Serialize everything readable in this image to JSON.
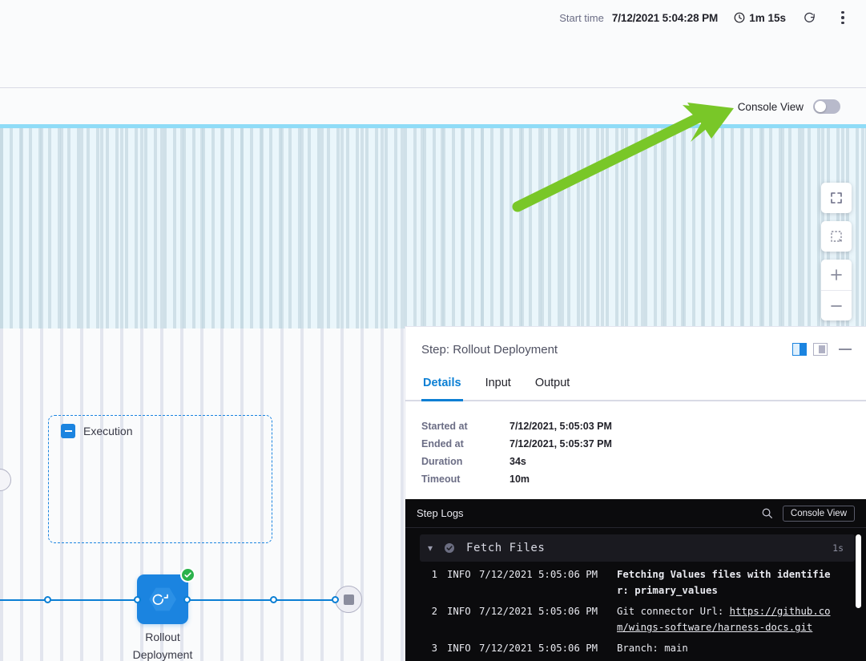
{
  "topbar": {
    "start_time_label": "Start time",
    "start_time_value": "7/12/2021 5:04:28 PM",
    "duration_value": "1m 15s",
    "refresh_icon": "refresh-icon",
    "more_icon": "more-vertical-icon"
  },
  "console_row": {
    "label": "Console View",
    "toggle_state": "off"
  },
  "canvas": {
    "tools": [
      {
        "name": "fit-to-screen-button",
        "icon": "expand-icon"
      },
      {
        "name": "select-area-button",
        "icon": "marquee-select-icon"
      },
      {
        "name": "zoom-in-button",
        "icon": "plus-icon"
      },
      {
        "name": "zoom-out-button",
        "icon": "minus-icon"
      }
    ],
    "stage_group_label": "Execution",
    "step_node_label": "Rollout\nDeployment",
    "step_node_label_line1": "Rollout",
    "step_node_label_line2": "Deployment",
    "step_status": "success",
    "end_node": "stop-node"
  },
  "annotation": {
    "arrow_color": "#79c728",
    "points_to": "Console View"
  },
  "panel": {
    "title": "Step: Rollout Deployment",
    "layout_buttons": [
      {
        "name": "split-right-layout-button",
        "state": "active",
        "color": "#1b84e0"
      },
      {
        "name": "split-bottom-layout-button",
        "state": "inactive",
        "color": "#b0b1c4"
      }
    ],
    "minimize_label": "minimize-button",
    "tabs": [
      {
        "label": "Details",
        "active": true
      },
      {
        "label": "Input",
        "active": false
      },
      {
        "label": "Output",
        "active": false
      }
    ],
    "details": [
      {
        "key": "Started at",
        "value": "7/12/2021, 5:05:03 PM"
      },
      {
        "key": "Ended at",
        "value": "7/12/2021, 5:05:37 PM"
      },
      {
        "key": "Duration",
        "value": "34s"
      },
      {
        "key": "Timeout",
        "value": "10m"
      }
    ]
  },
  "logs": {
    "title": "Step Logs",
    "search_icon": "search-icon",
    "console_button": "Console View",
    "section": {
      "name": "Fetch Files",
      "status": "success",
      "duration": "1s"
    },
    "lines": [
      {
        "num": "1",
        "level": "INFO",
        "timestamp": "7/12/2021 5:05:06 PM",
        "message": "Fetching Values files with identifier: primary_values",
        "bold": true,
        "link": null
      },
      {
        "num": "2",
        "level": "INFO",
        "timestamp": "7/12/2021 5:05:06 PM",
        "message": "Git connector Url: ",
        "bold": false,
        "link": "https://github.com/wings-software/harness-docs.git"
      },
      {
        "num": "3",
        "level": "INFO",
        "timestamp": "7/12/2021 5:05:06 PM",
        "message": "Branch: main",
        "bold": false,
        "link": null
      }
    ]
  }
}
